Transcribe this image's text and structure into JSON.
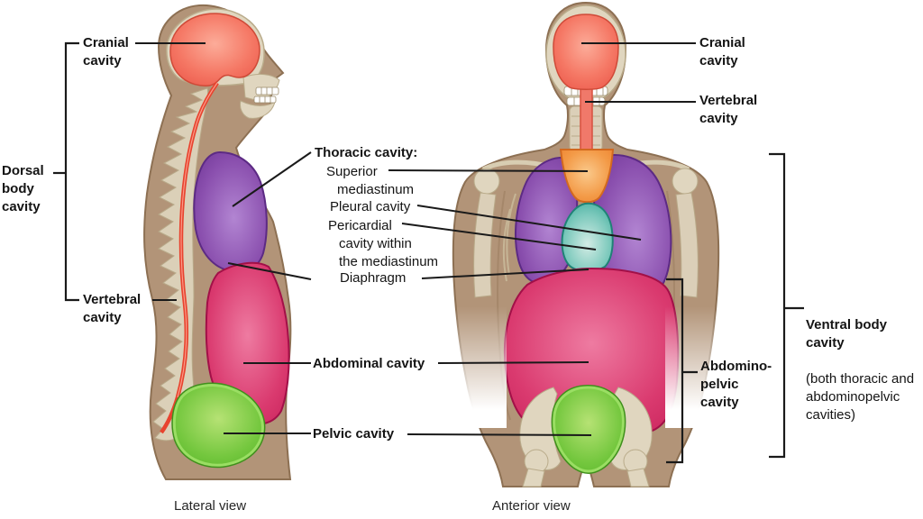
{
  "title": "Dorsal and ventral body cavities",
  "colors": {
    "background": "#ffffff",
    "skin": "#b29478",
    "skin_outline": "#8d7053",
    "bone": "#e0d6bf",
    "bone_outline": "#b9ab8a",
    "cranial_cavity_red": "#f3705f",
    "spinal_cord_red": "#e8432e",
    "thoracic_cavity_purple": "#8a4fae",
    "superior_mediastinum_orange": "#f08a34",
    "pericardial_cavity_teal": "#3ab0a0",
    "abdominal_cavity_pink": "#d42e66",
    "pelvic_cavity_green": "#5fbd2e",
    "label_text": "#141414",
    "leader_line": "#1a1a1a"
  },
  "lateral_view": {
    "caption": "Lateral view",
    "labels": {
      "cranial": "Cranial\ncavity",
      "dorsal": "Dorsal\nbody\ncavity",
      "vertebral": "Vertebral\ncavity"
    }
  },
  "shared_labels": {
    "thoracic_header": "Thoracic cavity:",
    "superior_mediastinum": "Superior\nmediastinum",
    "pleural": "Pleural cavity",
    "pericardial": "Pericardial\ncavity within\nthe mediastinum",
    "diaphragm": "Diaphragm",
    "abdominal": "Abdominal cavity",
    "pelvic": "Pelvic cavity"
  },
  "anterior_view": {
    "caption": "Anterior view",
    "labels": {
      "cranial": "Cranial\ncavity",
      "vertebral": "Vertebral\ncavity",
      "abdominopelvic": "Abdomino-\npelvic\ncavity",
      "ventral_title": "Ventral body\ncavity",
      "ventral_note": "(both thoracic and\nabdominopelvic\ncavities)"
    }
  },
  "regions": [
    {
      "name": "Cranial cavity",
      "color": "#f3705f"
    },
    {
      "name": "Vertebral cavity",
      "color": "#e8432e"
    },
    {
      "name": "Thoracic cavity / pleural cavities",
      "color": "#8a4fae"
    },
    {
      "name": "Superior mediastinum",
      "color": "#f08a34"
    },
    {
      "name": "Pericardial cavity within the mediastinum",
      "color": "#3ab0a0"
    },
    {
      "name": "Abdominal cavity",
      "color": "#d42e66"
    },
    {
      "name": "Pelvic cavity",
      "color": "#5fbd2e"
    }
  ]
}
